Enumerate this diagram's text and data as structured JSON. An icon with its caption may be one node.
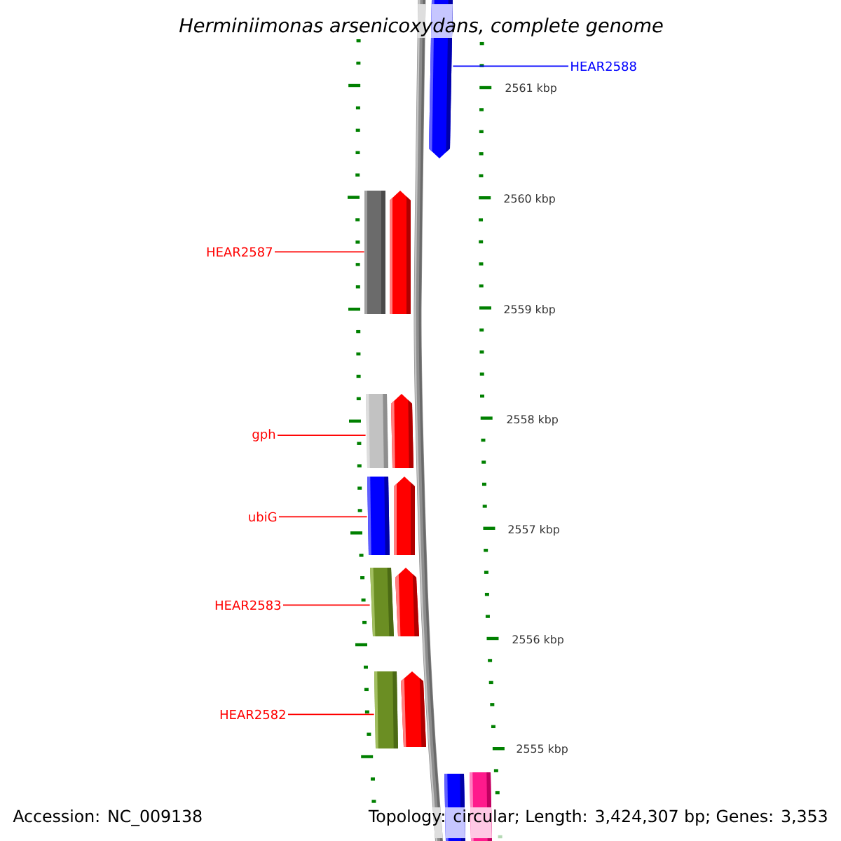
{
  "diagram": {
    "title": "Herminiimonas arsenicoxydans, complete genome",
    "nodes": [
      {
        "text": [
          "HEAR2588"
        ]
      },
      {
        "text": [],
        "shape": "arrow"
      },
      {
        "text": [
          "HEAR2587"
        ]
      },
      {
        "text": [],
        "shape": "bar"
      },
      {
        "text": [
          "gph"
        ]
      },
      {
        "text": [],
        "shape": "bar"
      },
      {
        "text": [
          "ubiG"
        ]
      },
      {
        "text": [],
        "shape": "bar"
      },
      {
        "text": [
          "HEAR2583"
        ]
      },
      {
        "text": [],
        "shape": "bar"
      },
      {
        "text": [
          "HEAR2582"
        ]
      },
      {
        "text": [],
        "shape": "bar"
      },
      {
        "text": [],
        "shape": "arrow"
      },
      {
        "text": [],
        "shape": "arrow"
      },
      {
        "text": [],
        "shape": "arrow"
      },
      {
        "text": [],
        "shape": "arrow"
      },
      {
        "text": [],
        "shape": "arrow"
      },
      {
        "text": [],
        "shape": "bar"
      },
      {
        "text": [],
        "shape": "bar"
      }
    ],
    "edges": [
      {
        "from": 0,
        "to": 1,
        "arrow": "none",
        "color": "#0000ff"
      },
      {
        "from": 2,
        "to": 3,
        "arrow": "none"
      },
      {
        "from": 4,
        "to": 5,
        "arrow": "none"
      },
      {
        "from": 6,
        "to": 7,
        "arrow": "none"
      },
      {
        "from": 8,
        "to": 9,
        "arrow": "none"
      },
      {
        "from": 10,
        "to": 11,
        "arrow": "none"
      }
    ],
    "labels": [
      "2561 kbp",
      "2560 kbp",
      "2559 kbp",
      "2558 kbp",
      "2557 kbp",
      "2556 kbp",
      "2555 kbp",
      "Accession: NC_009138",
      "Topology: circular; Length: 3,424,307 bp; Genes: 3,353"
    ]
  }
}
